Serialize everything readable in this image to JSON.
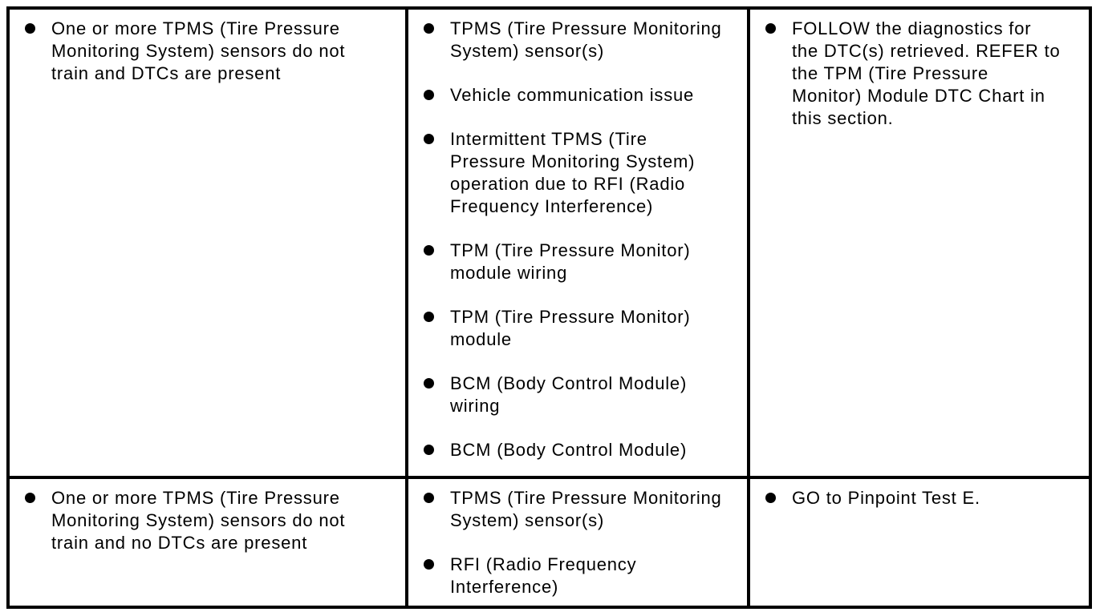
{
  "colors": {
    "border": "#000000",
    "text": "#000000",
    "background": "#ffffff"
  },
  "icons": {
    "bullet": "●"
  },
  "table": {
    "rows": [
      {
        "symptom": [
          {
            "lines": [
              "One or more TPMS (Tire Pressure",
              "Monitoring System) sensors do not",
              "train and DTCs are present"
            ]
          }
        ],
        "sources": [
          {
            "lines": [
              "TPMS (Tire Pressure Monitoring",
              "System) sensor(s)"
            ]
          },
          {
            "lines": [
              "Vehicle communication issue"
            ]
          },
          {
            "lines": [
              "Intermittent TPMS (Tire",
              "Pressure Monitoring System)",
              "operation due to RFI (Radio",
              "Frequency Interference)"
            ]
          },
          {
            "lines": [
              "TPM (Tire Pressure Monitor)",
              "module wiring"
            ]
          },
          {
            "lines": [
              "TPM (Tire Pressure Monitor)",
              "module"
            ]
          },
          {
            "lines": [
              "BCM (Body Control Module)",
              "wiring"
            ]
          },
          {
            "lines": [
              "BCM (Body Control Module)"
            ]
          }
        ],
        "action": [
          {
            "lines": [
              "FOLLOW the diagnostics for",
              "the DTC(s) retrieved. REFER to",
              "the TPM (Tire Pressure",
              "Monitor) Module DTC Chart in",
              "this section."
            ]
          }
        ]
      },
      {
        "symptom": [
          {
            "lines": [
              "One or more TPMS (Tire Pressure",
              "Monitoring System) sensors do not",
              "train and no DTCs are present"
            ]
          }
        ],
        "sources": [
          {
            "lines": [
              "TPMS (Tire Pressure Monitoring",
              "System) sensor(s)"
            ]
          },
          {
            "lines": [
              "RFI (Radio Frequency",
              "Interference)"
            ]
          }
        ],
        "action": [
          {
            "lines": [
              "GO to Pinpoint Test E."
            ]
          }
        ]
      }
    ]
  }
}
